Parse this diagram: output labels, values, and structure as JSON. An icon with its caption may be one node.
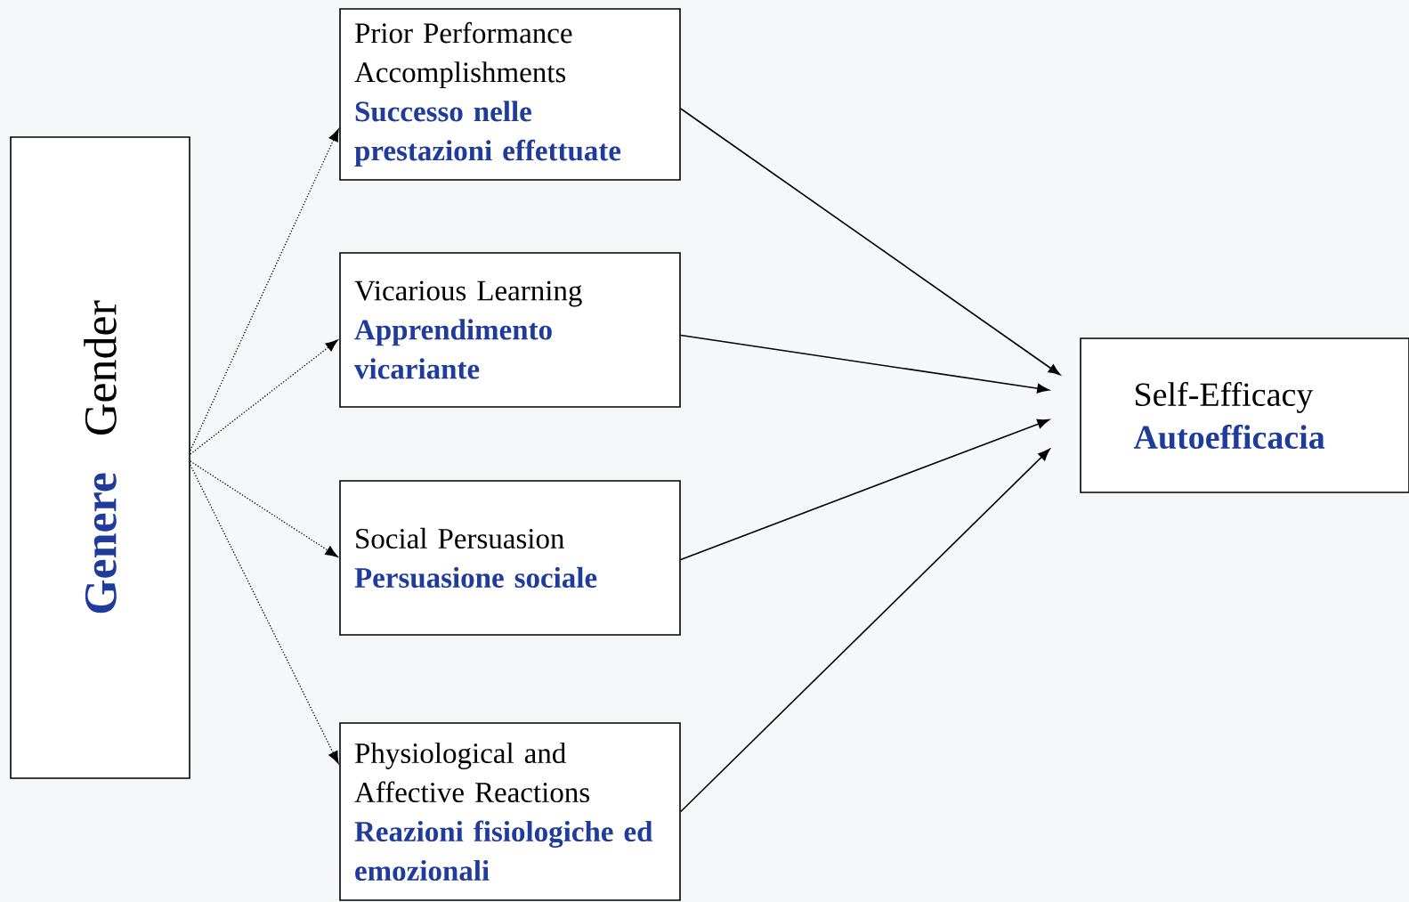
{
  "diagram": {
    "nodes": [
      {
        "text": [
          "Genere",
          "Gender"
        ]
      },
      {
        "text": [
          "Prior Performance Accomplishments",
          "Successo nelle prestazioni effettuate"
        ]
      },
      {
        "text": [
          "Vicarious Learning",
          "Apprendimento vicariante"
        ]
      },
      {
        "text": [
          "Social Persuasion",
          "Persuasione sociale"
        ]
      },
      {
        "text": [
          "Physiological and Affective Reactions",
          "Reazioni fisiologiche ed emozionali"
        ]
      },
      {
        "text": [
          "Self-Efficacy",
          "Autoefficacia"
        ]
      }
    ],
    "edges": [
      {
        "from": 0,
        "to": 1,
        "arrow": "to",
        "style": "dashed"
      },
      {
        "from": 0,
        "to": 2,
        "arrow": "to",
        "style": "dashed"
      },
      {
        "from": 0,
        "to": 3,
        "arrow": "to",
        "style": "dashed"
      },
      {
        "from": 0,
        "to": 4,
        "arrow": "to",
        "style": "dashed"
      },
      {
        "from": 1,
        "to": 5,
        "arrow": "to"
      },
      {
        "from": 2,
        "to": 5,
        "arrow": "to"
      },
      {
        "from": 3,
        "to": 5,
        "arrow": "to"
      },
      {
        "from": 4,
        "to": 5,
        "arrow": "to"
      }
    ]
  }
}
